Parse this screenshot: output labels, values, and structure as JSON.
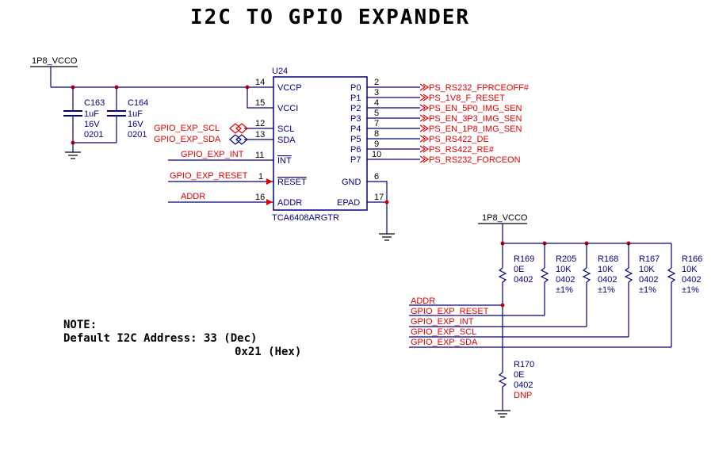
{
  "title": "I2C TO GPIO EXPANDER",
  "power": {
    "top_left": "1P8_VCCO",
    "right": "1P8_VCCO"
  },
  "ic": {
    "ref": "U24",
    "part": "TCA6408ARGTR",
    "left_pins": [
      {
        "num": "14",
        "name": "VCCP"
      },
      {
        "num": "15",
        "name": "VCCI"
      },
      {
        "num": "12",
        "name": "SCL"
      },
      {
        "num": "13",
        "name": "SDA"
      },
      {
        "num": "11",
        "name": "INT"
      },
      {
        "num": "1",
        "name": "RESET"
      },
      {
        "num": "16",
        "name": "ADDR"
      }
    ],
    "right_pins": [
      {
        "num": "2",
        "name": "P0",
        "net": "PS_RS232_FPRCEOFF#"
      },
      {
        "num": "3",
        "name": "P1",
        "net": "PS_1V8_F_RESET"
      },
      {
        "num": "4",
        "name": "P2",
        "net": "PS_EN_5P0_IMG_SEN"
      },
      {
        "num": "5",
        "name": "P3",
        "net": "PS_EN_3P3_IMG_SEN"
      },
      {
        "num": "7",
        "name": "P4",
        "net": "PS_EN_1P8_IMG_SEN"
      },
      {
        "num": "8",
        "name": "P5",
        "net": "PS_RS422_DE"
      },
      {
        "num": "9",
        "name": "P6",
        "net": "PS_RS422_RE#"
      },
      {
        "num": "10",
        "name": "P7",
        "net": "PS_RS232_FORCEON"
      }
    ],
    "gnd_pins": [
      {
        "num": "6",
        "name": "GND"
      },
      {
        "num": "17",
        "name": "EPAD"
      }
    ]
  },
  "input_nets": {
    "scl": "GPIO_EXP_SCL",
    "sda": "GPIO_EXP_SDA",
    "int": "GPIO_EXP_INT",
    "reset": "GPIO_EXP_RESET",
    "addr": "ADDR"
  },
  "capacitors": [
    {
      "ref": "C163",
      "value": "1uF",
      "voltage": "16V",
      "package": "0201"
    },
    {
      "ref": "C164",
      "value": "1uF",
      "voltage": "16V",
      "package": "0201"
    }
  ],
  "resistors": [
    {
      "ref": "R169",
      "value": "0E",
      "package": "0402",
      "tol": ""
    },
    {
      "ref": "R205",
      "value": "10K",
      "package": "0402",
      "tol": "±1%"
    },
    {
      "ref": "R168",
      "value": "10K",
      "package": "0402",
      "tol": "±1%"
    },
    {
      "ref": "R167",
      "value": "10K",
      "package": "0402",
      "tol": "±1%"
    },
    {
      "ref": "R166",
      "value": "10K",
      "package": "0402",
      "tol": "±1%"
    }
  ],
  "r170": {
    "ref": "R170",
    "value": "0E",
    "package": "0402",
    "dnp": "DNP"
  },
  "pullup_nets": [
    "ADDR",
    "GPIO_EXP_RESET",
    "GPIO_EXP_INT",
    "GPIO_EXP_SCL",
    "GPIO_EXP_SDA"
  ],
  "note": {
    "heading": "NOTE:",
    "line1": "Default I2C Address: 33 (Dec)",
    "line2": "0x21 (Hex)"
  }
}
